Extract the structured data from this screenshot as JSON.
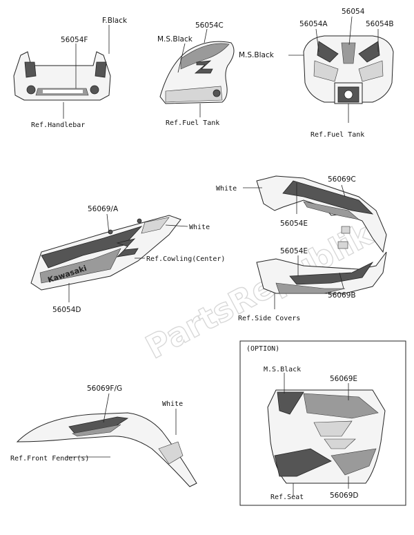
{
  "watermark": "PartsRepublik",
  "labels": {
    "handlebar_color": "F.Black",
    "handlebar_part": "56054F",
    "handlebar_ref": "Ref.Handlebar",
    "tank_side_color": "M.S.Black",
    "tank_side_part": "56054C",
    "tank_side_ref": "Ref.Fuel Tank",
    "tank_top_part_a": "56054A",
    "tank_top_part": "56054",
    "tank_top_part_b": "56054B",
    "tank_top_color": "M.S.Black",
    "tank_top_ref": "Ref.Fuel Tank",
    "cowling_part_a": "56069/A",
    "cowling_color": "White",
    "cowling_ref": "Ref.Cowling(Center)",
    "cowling_part_d": "56054D",
    "cowling_brand": "Kawasaki",
    "side_color": "White",
    "side_part_c": "56069C",
    "side_part_e1": "56054E",
    "side_part_e2": "56054E",
    "side_part_b": "56069B",
    "side_ref": "Ref.Side Covers",
    "fender_part": "56069F/G",
    "fender_color": "White",
    "fender_ref": "Ref.Front Fender(s)",
    "option_title": "(OPTION)",
    "seat_color": "M.S.Black",
    "seat_part_e": "56069E",
    "seat_ref": "Ref.Seat",
    "seat_part_d": "56069D"
  }
}
